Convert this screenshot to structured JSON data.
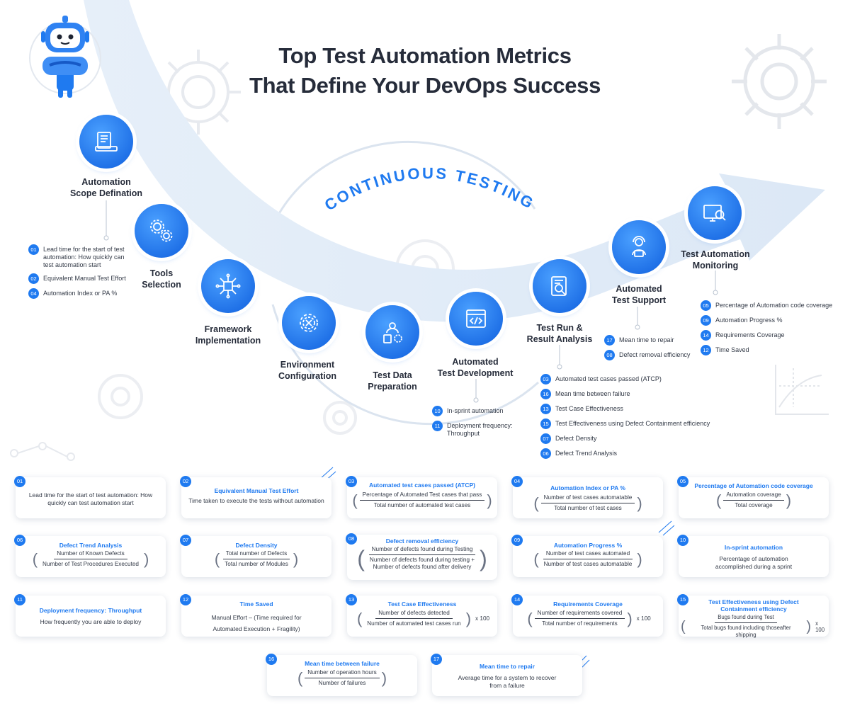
{
  "title_line1": "Top Test Automation Metrics",
  "title_line2": "That Define Your DevOps Success",
  "loop_label": "CONTINUOUS TESTING",
  "colors": {
    "accent": "#1f7af0",
    "ribbon": "#e4eef8",
    "text": "#262c3a"
  },
  "stages": [
    {
      "l1": "Automation",
      "l2": "Scope Defination",
      "icon": "document-icon"
    },
    {
      "l1": "Tools",
      "l2": "Selection",
      "icon": "gears-icon"
    },
    {
      "l1": "Framework",
      "l2": "Implementation",
      "icon": "network-icon"
    },
    {
      "l1": "Environment",
      "l2": "Configuration",
      "icon": "settings-wrench-icon"
    },
    {
      "l1": "Test Data",
      "l2": "Preparation",
      "icon": "data-user-icon"
    },
    {
      "l1": "Automated",
      "l2": "Test Development",
      "icon": "code-window-icon"
    },
    {
      "l1": "Test Run &",
      "l2": "Result Analysis",
      "icon": "report-search-icon"
    },
    {
      "l1": "Automated",
      "l2": "Test Support",
      "icon": "support-agent-icon"
    },
    {
      "l1": "Test Automation",
      "l2": "Monitoring",
      "icon": "monitor-search-icon"
    }
  ],
  "stage_metrics": {
    "scope": [
      {
        "n": "01",
        "t": "Lead time for the start of test automation: How quickly can test automation start"
      },
      {
        "n": "02",
        "t": "Equivalent Manual Test Effort"
      },
      {
        "n": "04",
        "t": "Automation Index or PA %"
      }
    ],
    "development": [
      {
        "n": "10",
        "t": "In-sprint automation"
      },
      {
        "n": "11",
        "t": "Deployment frequency: Throughput"
      }
    ],
    "run": [
      {
        "n": "03",
        "t": "Automated test cases passed (ATCP)"
      },
      {
        "n": "16",
        "t": "Mean time between failure"
      },
      {
        "n": "13",
        "t": "Test Case Effectiveness"
      },
      {
        "n": "15",
        "t": "Test Effectiveness using Defect Containment efficiency"
      },
      {
        "n": "07",
        "t": "Defect Density"
      },
      {
        "n": "06",
        "t": "Defect Trend Analysis"
      }
    ],
    "support": [
      {
        "n": "17",
        "t": "Mean time to repair"
      },
      {
        "n": "08",
        "t": "Defect removal efficiency"
      }
    ],
    "monitoring": [
      {
        "n": "05",
        "t": "Percentage of Automation code coverage"
      },
      {
        "n": "09",
        "t": "Automation Progress %"
      },
      {
        "n": "14",
        "t": "Requirements Coverage"
      },
      {
        "n": "12",
        "t": "Time Saved"
      }
    ]
  },
  "cards": {
    "c01": {
      "n": "01",
      "body": "Lead time for the start of test automation: How quickly can test automation start"
    },
    "c02": {
      "n": "02",
      "title": "Equivalent Manual Test Effort",
      "body": "Time taken to execute the tests without automation"
    },
    "c03": {
      "n": "03",
      "title": "Automated test cases passed (ATCP)",
      "num": "Percentage of Automated Test cases that pass",
      "den": "Total number of automated test cases"
    },
    "c04": {
      "n": "04",
      "title": "Automation Index or PA %",
      "num": "Number of test cases automatable",
      "den": "Total number of test cases"
    },
    "c05": {
      "n": "05",
      "title": "Percentage of Automation code coverage",
      "num": "Automation coverage",
      "den": "Total coverage"
    },
    "c06": {
      "n": "06",
      "title": "Defect Trend Analysis",
      "num": "Number of Known Defects",
      "den": "Number of Test Procedures Executed"
    },
    "c07": {
      "n": "07",
      "title": "Defect Density",
      "num": "Total number of Defects",
      "den": "Total number of Modules"
    },
    "c08": {
      "n": "08",
      "title": "Defect removal efficiency",
      "num": "Number of defects found during Testing",
      "den1": "Number of defects found during testing +",
      "den2": "Number of defects found after delivery"
    },
    "c09": {
      "n": "09",
      "title": "Automation Progress %",
      "num": "Number of test cases automated",
      "den": "Number of test cases automatable"
    },
    "c10": {
      "n": "10",
      "title": "In-sprint automation",
      "body": "Percentage of automation accomplished during a sprint"
    },
    "c11": {
      "n": "11",
      "title": "Deployment frequency: Throughput",
      "body": "How frequently you are able to deploy"
    },
    "c12": {
      "n": "12",
      "title": "Time Saved",
      "body1": "Manual Effort – (Time required for",
      "body2": "Automated Execution + Fragility)"
    },
    "c13": {
      "n": "13",
      "title": "Test Case Effectiveness",
      "num": "Number of defects detected",
      "den": "Number of automated test cases run",
      "mul": "x 100"
    },
    "c14": {
      "n": "14",
      "title": "Requirements Coverage",
      "num": "Number of requirements covered",
      "den": "Total number of requirements",
      "mul": "x 100"
    },
    "c15": {
      "n": "15",
      "title1": "Test Effectiveness using Defect",
      "title2": "Containment efficiency",
      "num": "Bugs found during Test",
      "den": "Total bugs found including thoseafter shipping",
      "mul": "x 100"
    },
    "c16": {
      "n": "16",
      "title": "Mean time between failure",
      "num": "Number of operation hours",
      "den": "Number of failures"
    },
    "c17": {
      "n": "17",
      "title": "Mean time to repair",
      "body": "Average time for a system to recover from a failure"
    }
  }
}
